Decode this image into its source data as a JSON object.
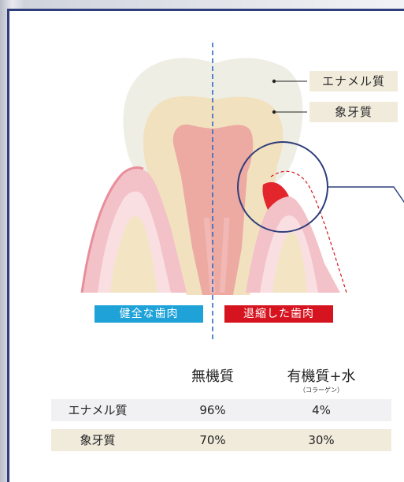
{
  "labels": {
    "enamel": "エナメル質",
    "dentin": "象牙質",
    "healthy_gum": "健全な歯肉",
    "receded_gum": "退縮した歯肉"
  },
  "table": {
    "headers": [
      "無機質",
      "有機質+水"
    ],
    "header_sub": "（コラーゲン）",
    "rows": [
      {
        "name": "エナメル質",
        "inorganic": "96%",
        "organic": "4%"
      },
      {
        "name": "象牙質",
        "inorganic": "70%",
        "organic": "30%"
      }
    ]
  },
  "colors": {
    "frame": "#2e3d7c",
    "healthy_tag": "#1ea2d8",
    "receded_tag": "#d6141f",
    "row_shade": "#f1ebdc",
    "row_light": "#f1f1f3"
  }
}
